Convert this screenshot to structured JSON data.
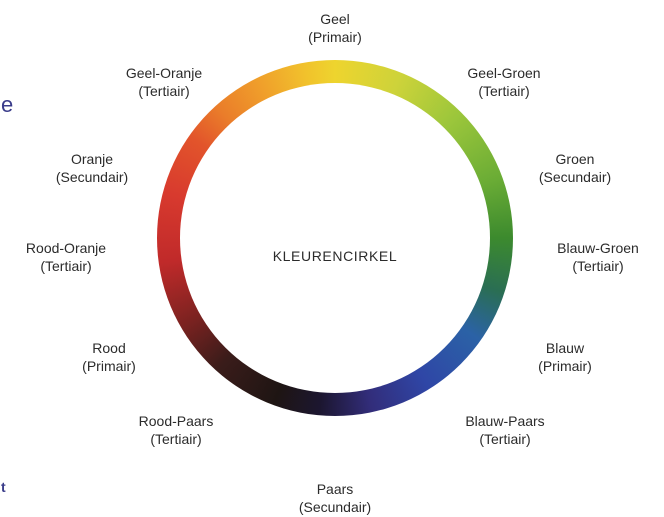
{
  "diagram": {
    "center_title": "KLEURENCIRKEL",
    "colors": {
      "yellow": "#eed42e",
      "green": "#3c8a2e",
      "blue": "#2b62a6",
      "purple": "#1e1513",
      "red": "#c02a2a",
      "orange": "#ea7d2a",
      "edge_text": "#3a3c8a"
    },
    "labels": [
      {
        "name": "Geel",
        "type": "(Primair)"
      },
      {
        "name": "Geel-Groen",
        "type": "(Tertiair)"
      },
      {
        "name": "Groen",
        "type": "(Secundair)"
      },
      {
        "name": "Blauw-Groen",
        "type": "(Tertiair)"
      },
      {
        "name": "Blauw",
        "type": "(Primair)"
      },
      {
        "name": "Blauw-Paars",
        "type": "(Tertiair)"
      },
      {
        "name": "Paars",
        "type": "(Secundair)"
      },
      {
        "name": "Rood-Paars",
        "type": "(Tertiair)"
      },
      {
        "name": "Rood",
        "type": "(Primair)"
      },
      {
        "name": "Rood-Oranje",
        "type": "(Tertiair)"
      },
      {
        "name": "Oranje",
        "type": "(Secundair)"
      },
      {
        "name": "Geel-Oranje",
        "type": "(Tertiair)"
      }
    ],
    "edge_marks": [
      "e",
      "t"
    ]
  }
}
